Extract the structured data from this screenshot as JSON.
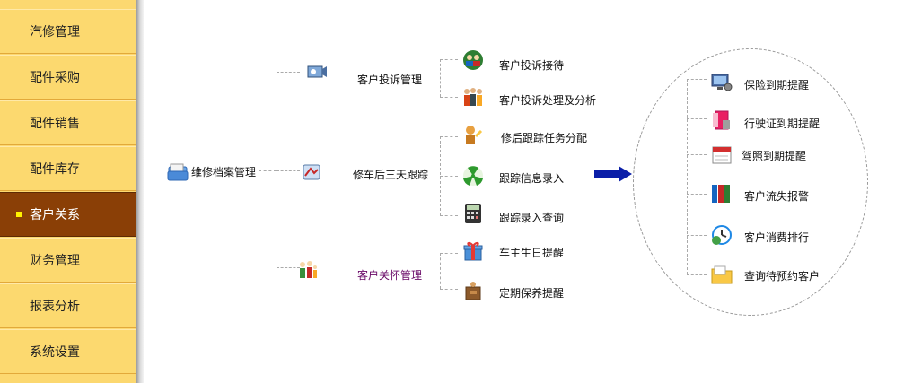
{
  "sidebar": {
    "items": [
      {
        "label": "汽修管理"
      },
      {
        "label": "配件采购"
      },
      {
        "label": "配件销售"
      },
      {
        "label": "配件库存"
      },
      {
        "label": "客户关系"
      },
      {
        "label": "财务管理"
      },
      {
        "label": "报表分析"
      },
      {
        "label": "系统设置"
      }
    ],
    "active_index": 4
  },
  "tree": {
    "root": {
      "label": "维修档案管理"
    },
    "branches": [
      {
        "label": "客户投诉管理",
        "children": [
          {
            "label": "客户投诉接待"
          },
          {
            "label": "客户投诉处理及分析"
          }
        ]
      },
      {
        "label": "修车后三天跟踪",
        "children": [
          {
            "label": "修后跟踪任务分配"
          },
          {
            "label": "跟踪信息录入"
          },
          {
            "label": "跟踪录入查询"
          }
        ]
      },
      {
        "label": "客户关怀管理",
        "children": [
          {
            "label": "车主生日提醒"
          },
          {
            "label": "定期保养提醒"
          }
        ]
      }
    ]
  },
  "reminders": {
    "items": [
      {
        "label": "保险到期提醒"
      },
      {
        "label": "行驶证到期提醒"
      },
      {
        "label": "驾照到期提醒"
      },
      {
        "label": "客户流失报警"
      },
      {
        "label": "客户消费排行"
      },
      {
        "label": "查询待预约客户"
      }
    ]
  },
  "colors": {
    "sidebar_bg": "#fcd96f",
    "active_bg": "#8a3f06",
    "arrow": "#0a1ea8",
    "purple_text": "#6a0a68"
  }
}
